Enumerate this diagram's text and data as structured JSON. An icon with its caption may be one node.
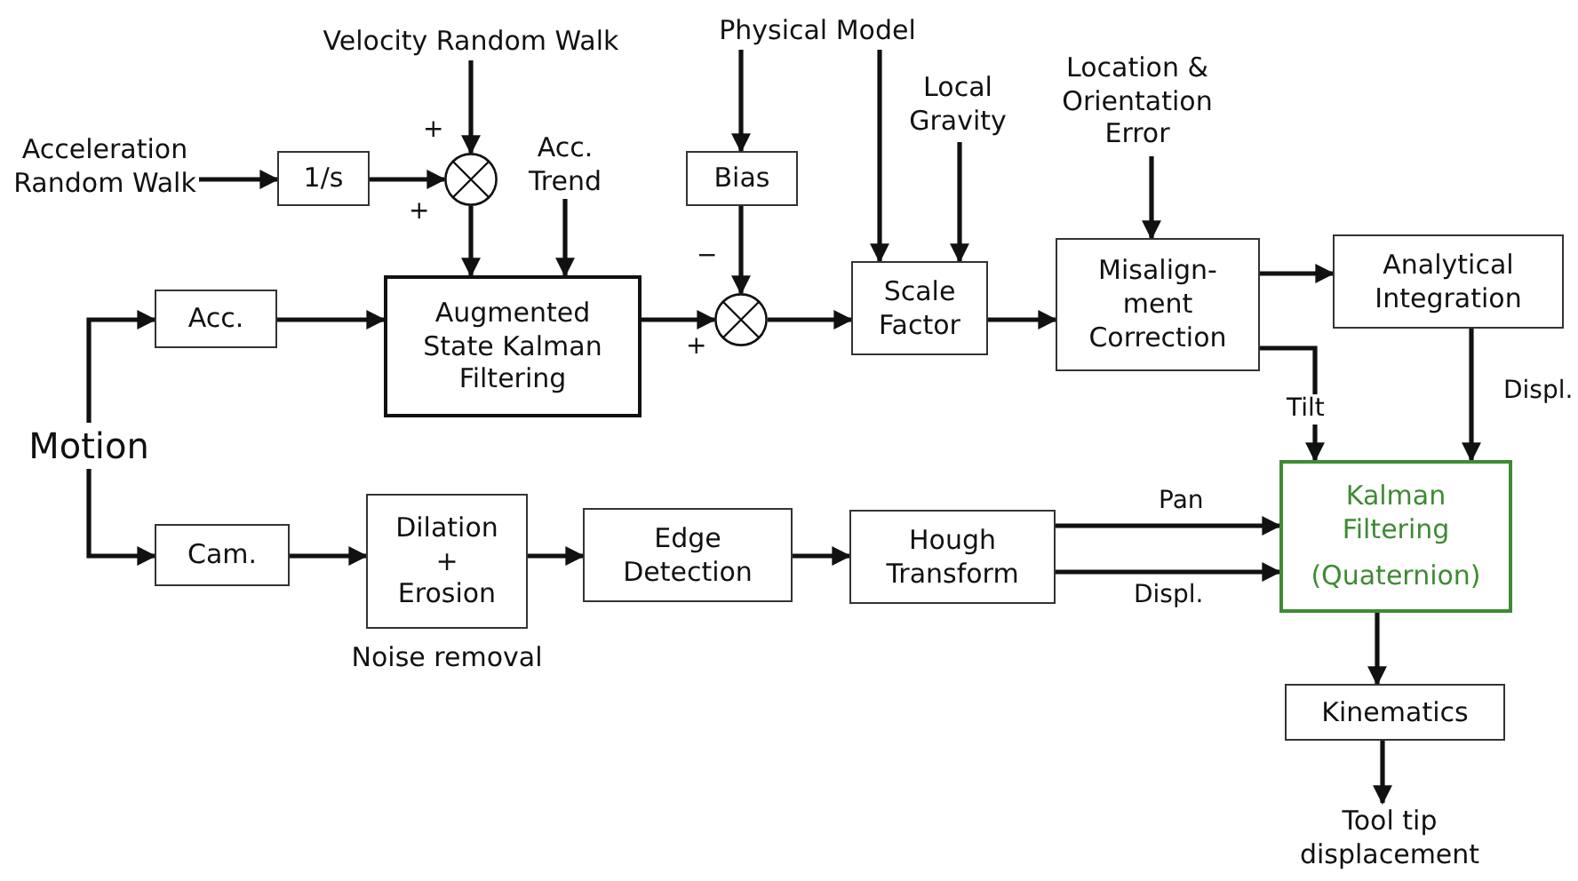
{
  "diagram": {
    "nodes": [
      {
        "text": [
          "Acceleration Random Walk"
        ]
      },
      {
        "text": [
          "1/s"
        ]
      },
      {
        "text": [],
        "shape": "circle"
      },
      {
        "text": [
          "Velocity Random Walk"
        ]
      },
      {
        "text": [
          "Acc. Trend"
        ]
      },
      {
        "text": [
          "Acc."
        ]
      },
      {
        "text": [
          "Augmented State Kalman Filtering"
        ]
      },
      {
        "text": [
          "Bias"
        ]
      },
      {
        "text": [
          "Physical Model"
        ]
      },
      {
        "text": [],
        "shape": "circle"
      },
      {
        "text": [
          "Local Gravity"
        ]
      },
      {
        "text": [
          "Scale Factor"
        ]
      },
      {
        "text": [
          "Location & Orientation Error"
        ]
      },
      {
        "text": [
          "Misalign- ment Correction"
        ]
      },
      {
        "text": [
          "Analytical Integration"
        ]
      },
      {
        "text": [
          "Motion"
        ]
      },
      {
        "text": [
          "Cam."
        ]
      },
      {
        "text": [
          "Dilation + Erosion"
        ],
        "beside": [
          "Noise removal"
        ]
      },
      {
        "text": [
          "Edge Detection"
        ]
      },
      {
        "text": [
          "Hough Transform"
        ]
      },
      {
        "text": [
          "Kalman Filtering",
          "(Quaternion)"
        ]
      },
      {
        "text": [
          "Kinematics"
        ]
      },
      {
        "text": [
          "Tool tip displacement"
        ]
      }
    ],
    "edges": [
      {
        "from": 0,
        "to": 1,
        "arrow": "to"
      },
      {
        "from": 1,
        "to": 2,
        "arrow": "to"
      },
      {
        "from": 3,
        "to": 2,
        "arrow": "to"
      },
      {
        "from": 2,
        "to": 6,
        "arrow": "to"
      },
      {
        "from": 4,
        "to": 6,
        "arrow": "to"
      },
      {
        "from": 15,
        "to": 5,
        "arrow": "to"
      },
      {
        "from": 15,
        "to": 16,
        "arrow": "to"
      },
      {
        "from": 5,
        "to": 6,
        "arrow": "to"
      },
      {
        "from": 6,
        "to": 9,
        "arrow": "to"
      },
      {
        "from": 8,
        "to": 7,
        "arrow": "to"
      },
      {
        "from": 7,
        "to": 9,
        "arrow": "to"
      },
      {
        "from": 9,
        "to": 11,
        "arrow": "to"
      },
      {
        "from": 8,
        "to": 11,
        "arrow": "to"
      },
      {
        "from": 10,
        "to": 11,
        "arrow": "to"
      },
      {
        "from": 12,
        "to": 13,
        "arrow": "to"
      },
      {
        "from": 11,
        "to": 13,
        "arrow": "to"
      },
      {
        "from": 13,
        "to": 14,
        "arrow": "to"
      },
      {
        "from": 13,
        "to": 20,
        "arrow": "to",
        "label": "Tilt"
      },
      {
        "from": 14,
        "to": 20,
        "arrow": "to",
        "label": "Displ."
      },
      {
        "from": 16,
        "to": 17,
        "arrow": "to"
      },
      {
        "from": 17,
        "to": 18,
        "arrow": "to"
      },
      {
        "from": 18,
        "to": 19,
        "arrow": "to"
      },
      {
        "from": 19,
        "to": 20,
        "arrow": "to",
        "label": "Pan"
      },
      {
        "from": 19,
        "to": 20,
        "arrow": "to",
        "label": "Displ."
      },
      {
        "from": 20,
        "to": 21,
        "arrow": "to"
      },
      {
        "from": 21,
        "to": 22,
        "arrow": "to"
      }
    ],
    "labels": [
      "+",
      "+",
      "−",
      "+"
    ]
  }
}
